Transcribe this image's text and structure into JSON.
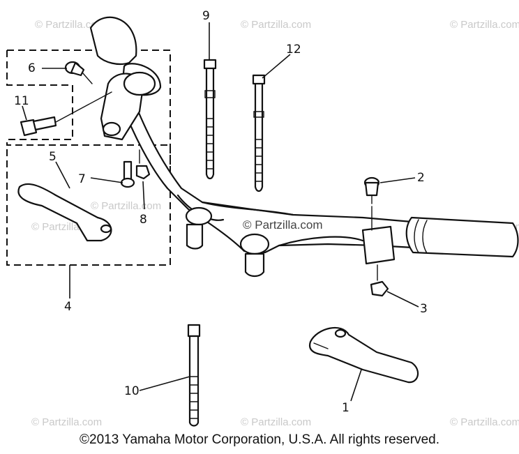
{
  "watermark": {
    "text": "© Partzilla.com",
    "main_text": "© Partzilla.com"
  },
  "callouts": {
    "c1": "1",
    "c2": "2",
    "c3": "3",
    "c4": "4",
    "c5": "5",
    "c6": "6",
    "c7": "7",
    "c8": "8",
    "c9": "9",
    "c10": "10",
    "c11": "11",
    "c12": "12"
  },
  "copyright": "©2013 Yamaha Motor Corporation, U.S.A. All rights reserved."
}
